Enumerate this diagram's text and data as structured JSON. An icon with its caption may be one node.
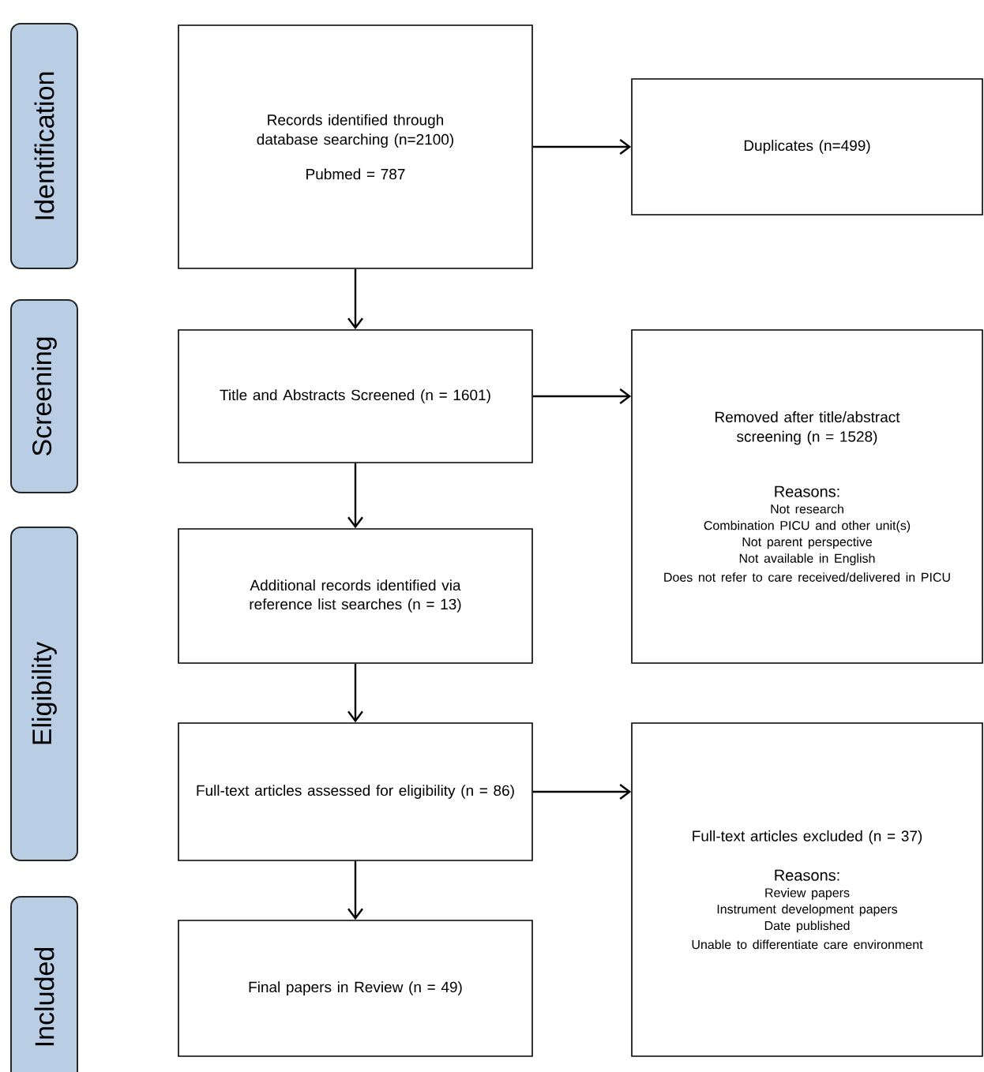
{
  "diagram": {
    "nodes": [
      {
        "text": [
          "Identification"
        ]
      },
      {
        "text": [
          "Screening"
        ]
      },
      {
        "text": [
          "Eligibility"
        ]
      },
      {
        "text": [
          "Included"
        ]
      },
      {
        "text": [
          "Records identified through database searching (n=2100)",
          "Pubmed = 787"
        ]
      },
      {
        "text": [
          "Duplicates (n=499)"
        ]
      },
      {
        "text": [
          "Title and Abstracts Screened (n = 1601)"
        ]
      },
      {
        "text": [
          "Removed after title/abstract screening (n = 1528)",
          "Reasons:",
          "Not research",
          "Combination PICU and other unit(s)",
          "Not parent perspective",
          "Not available in English",
          "Does not refer to care received/delivered in PICU"
        ]
      },
      {
        "text": [
          "Additional records identified via reference list searches (n = 13)"
        ]
      },
      {
        "text": [
          "Full-text articles assessed for eligibility (n = 86)"
        ]
      },
      {
        "text": [
          "Full-text articles excluded (n = 37)",
          "Reasons:",
          "Review papers",
          "Instrument development papers",
          "Date published",
          "Unable to differentiate care environment"
        ]
      },
      {
        "text": [
          "Final papers in Review (n = 49)"
        ]
      }
    ],
    "edges": [
      {
        "from": 4,
        "to": 5,
        "arrow": "to"
      },
      {
        "from": 4,
        "to": 6,
        "arrow": "to"
      },
      {
        "from": 6,
        "to": 7,
        "arrow": "to"
      },
      {
        "from": 6,
        "to": 8,
        "arrow": "to"
      },
      {
        "from": 8,
        "to": 9,
        "arrow": "to"
      },
      {
        "from": 9,
        "to": 10,
        "arrow": "to"
      },
      {
        "from": 9,
        "to": 11,
        "arrow": "to"
      }
    ]
  }
}
